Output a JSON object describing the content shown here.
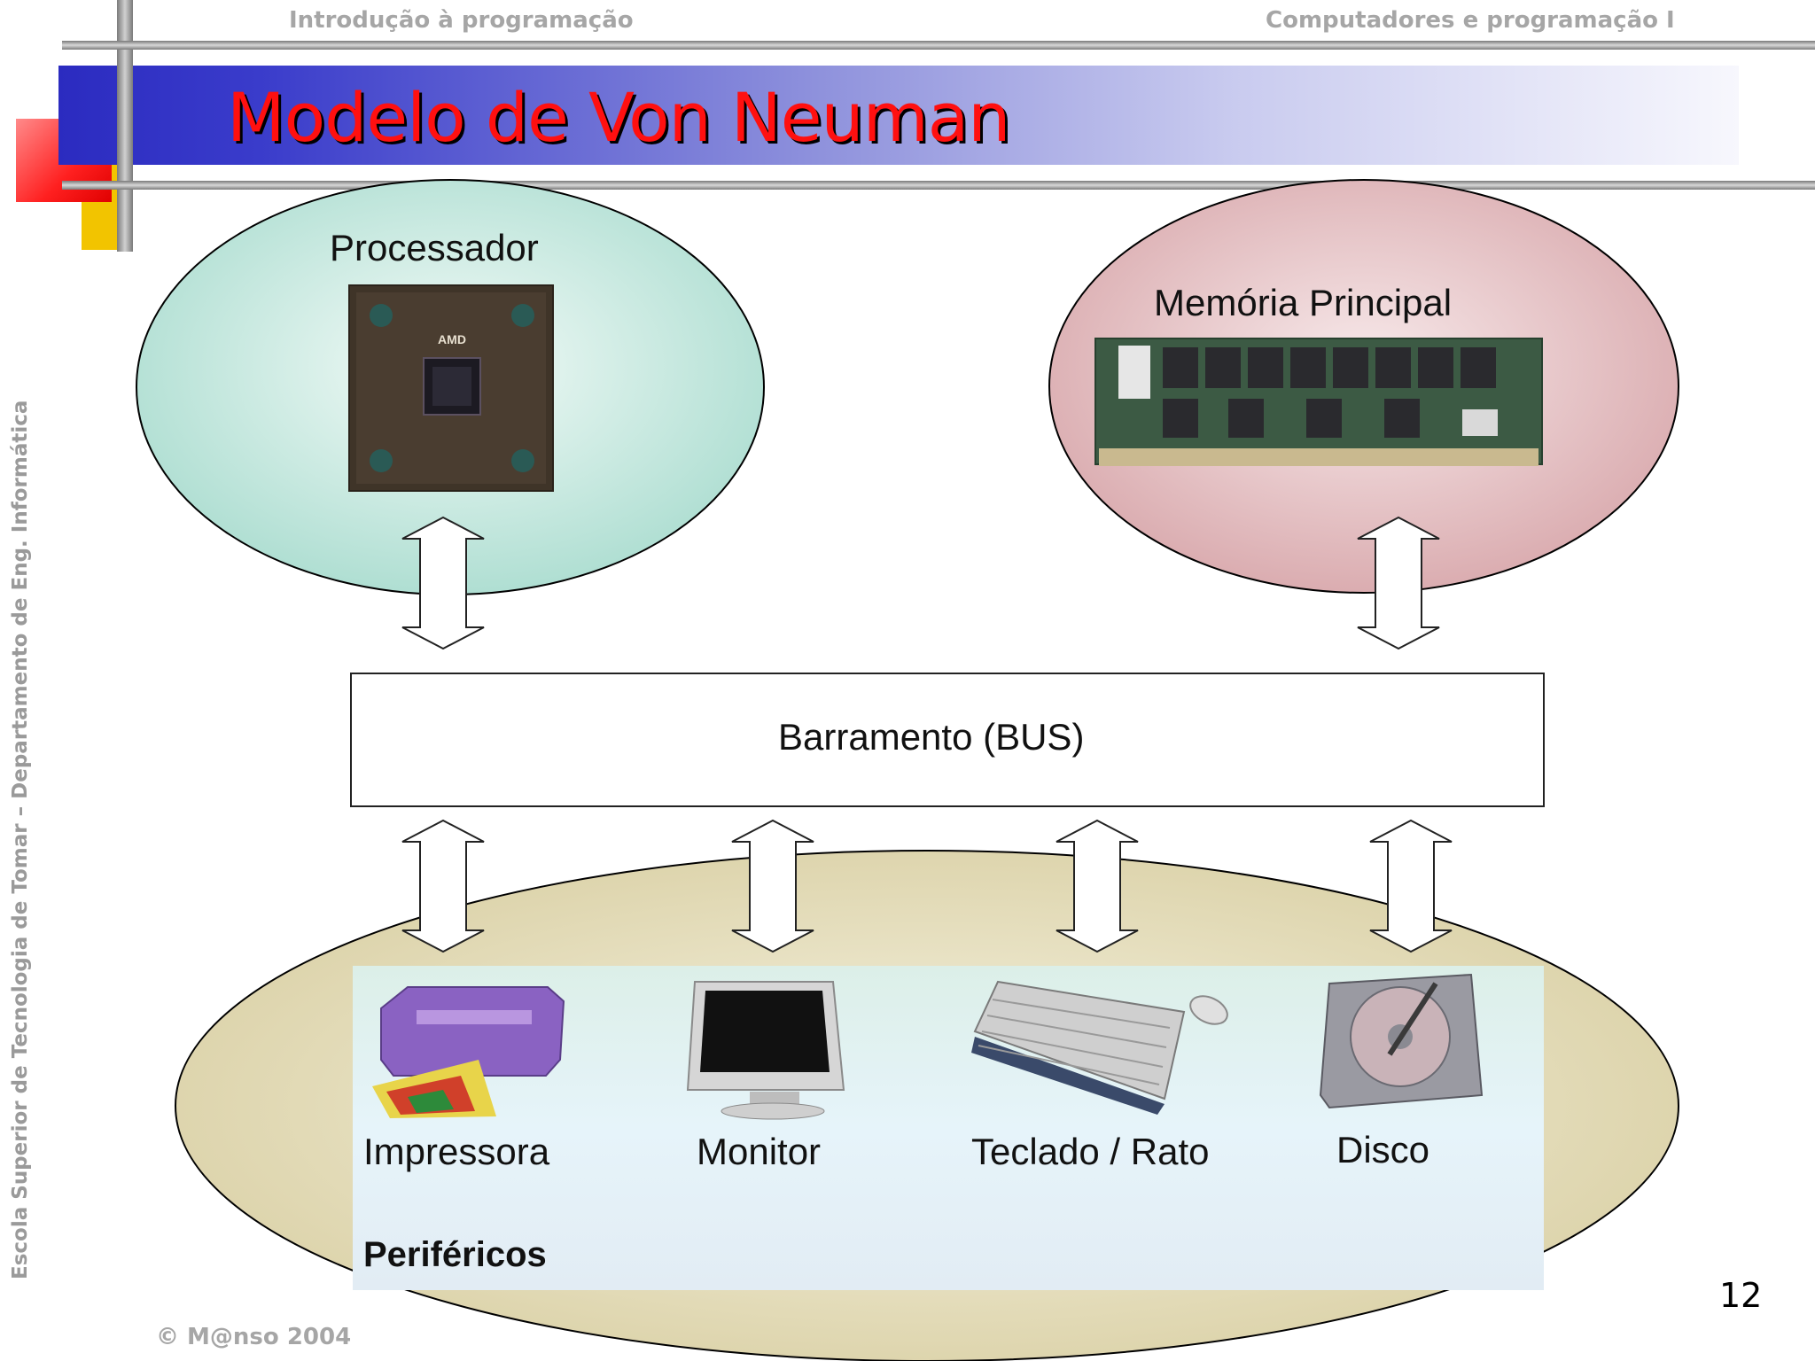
{
  "header": {
    "left": "Introdução à programação",
    "right": "Computadores e programação I"
  },
  "slide": {
    "title": "Modelo de Von Neuman",
    "side_text": "Escola Superior de Tecnologia de Tomar – Departamento de Eng. Informática",
    "footer": "© M@nso 2004",
    "page_number": "12"
  },
  "diagram": {
    "processor": {
      "label": "Processador",
      "chip_text": "AMD"
    },
    "memory": {
      "label": "Memória Principal"
    },
    "bus": {
      "label": "Barramento (BUS)"
    },
    "peripherals": {
      "group_label": "Periféricos",
      "items": [
        {
          "label": "Impressora",
          "icon": "printer-icon"
        },
        {
          "label": "Monitor",
          "icon": "monitor-icon"
        },
        {
          "label": "Teclado / Rato",
          "icon": "keyboard-mouse-icon"
        },
        {
          "label": "Disco",
          "icon": "hard-disk-icon"
        }
      ]
    }
  },
  "colors": {
    "title_red": "#ff1010",
    "title_bar_blue": "#2b2bc0",
    "processor_fill": "#bfe6dc",
    "memory_fill": "#e8c4c6",
    "peripherals_fill": "#e8e2c4"
  }
}
